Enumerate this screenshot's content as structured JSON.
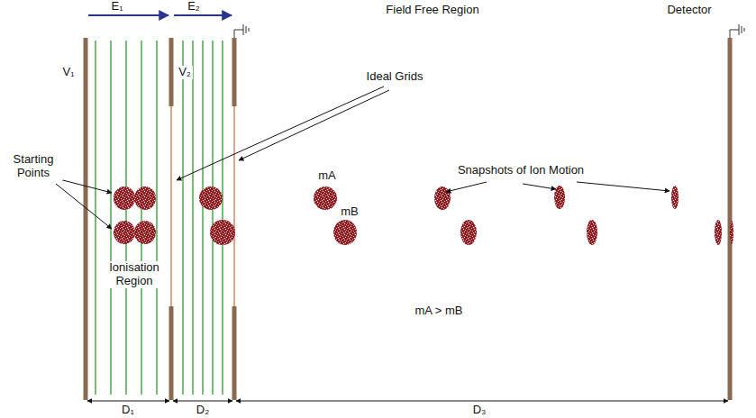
{
  "diagram": {
    "labels": [
      "E₁",
      "E₂",
      "V₁",
      "V₂",
      "Field Free Region",
      "Detector",
      "Ideal Grids",
      "Snapshots of Ion Motion",
      "Starting Points",
      "Ionisation Region",
      "mA",
      "mB",
      "mA > mB",
      "D₁",
      "D₂",
      "D₃"
    ]
  }
}
